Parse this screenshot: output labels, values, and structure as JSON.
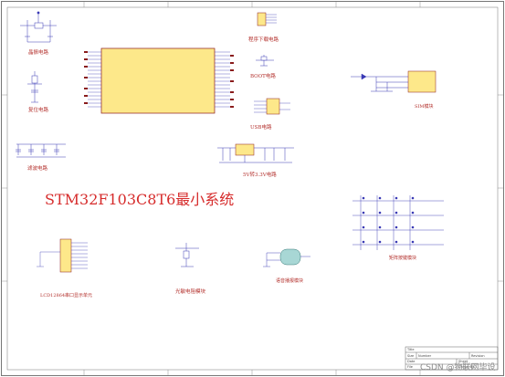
{
  "sheet_title": "STM32F103C8T6最小系统",
  "block_labels": {
    "crystal": "晶振电路",
    "reset": "复位电路",
    "filter": "滤波电路",
    "download": "程序下载电路",
    "boot": "BOOT电路",
    "usb": "USB电路",
    "power": "5V转3.3V电路",
    "sim": "SIM模块",
    "keypad": "矩阵按键模块",
    "lcd": "LCD12864串口显示单元",
    "photo": "光敏电阻模块",
    "voice": "语音播报模块"
  },
  "title_block": {
    "title_label": "Title",
    "size_label": "Size",
    "number_label": "Number",
    "revision_label": "Revision",
    "date_label": "Date",
    "file_label": "File",
    "sheet_label": "Sheet",
    "drawn_label": "Drawn By"
  },
  "watermark": "CSDN @物联网毕设",
  "colors": {
    "wire": "#3a3ab5",
    "label": "#b3302c",
    "title": "#d62b2b",
    "ic_fill": "#fde88a",
    "ic_stroke": "#8a1c1c",
    "border": "#555555"
  }
}
